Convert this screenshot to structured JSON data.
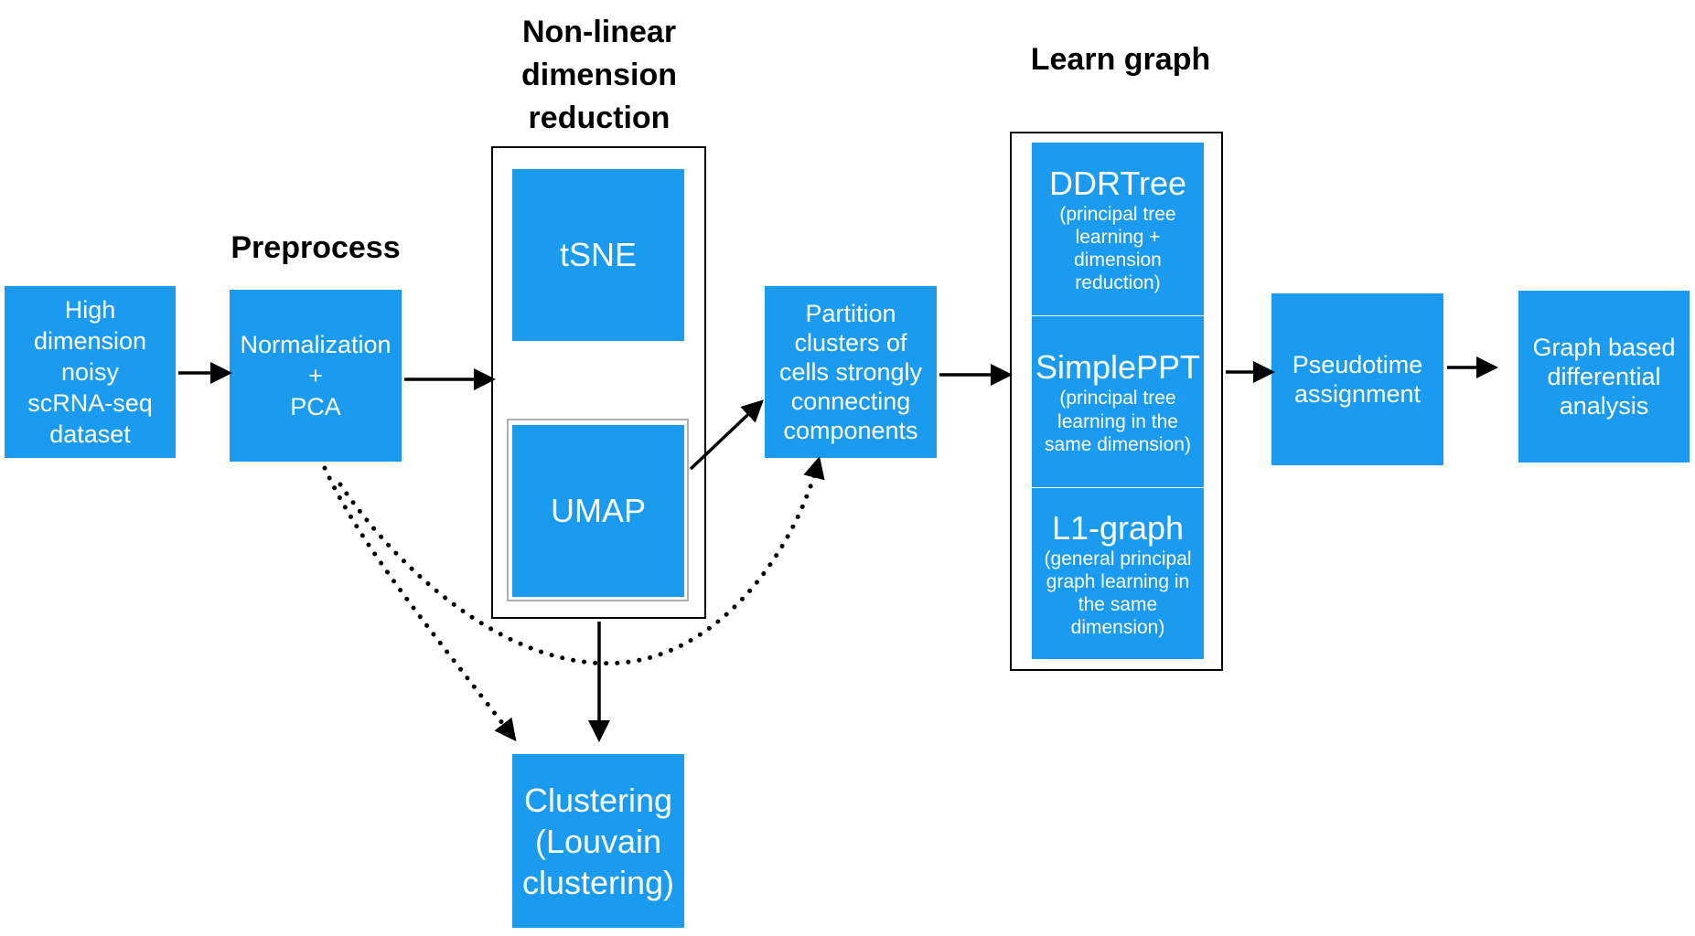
{
  "headings": {
    "nonlinear": [
      "Non-linear",
      "dimension",
      "reduction"
    ],
    "learn_graph": "Learn graph",
    "preprocess": "Preprocess"
  },
  "nodes": {
    "input": [
      "High",
      "dimension",
      "noisy",
      "scRNA-seq",
      "dataset"
    ],
    "normalization": [
      "Normalization",
      "+",
      "PCA"
    ],
    "tsne": "tSNE",
    "umap": "UMAP",
    "partition": [
      "Partition",
      "clusters of",
      "cells strongly",
      "connecting",
      "components"
    ],
    "ddrtree": {
      "title": "DDRTree",
      "desc": [
        "(principal tree",
        "learning +",
        "dimension",
        "reduction)"
      ]
    },
    "simpleppt": {
      "title": "SimplePPT",
      "desc": [
        "(principal tree",
        "learning in the",
        "same dimension)"
      ]
    },
    "l1graph": {
      "title": "L1-graph",
      "desc": [
        "(general principal",
        "graph learning in",
        "the same",
        "dimension)"
      ]
    },
    "pseudotime": [
      "Pseudotime",
      "assignment"
    ],
    "graph_diff": [
      "Graph based",
      "differential",
      "analysis"
    ],
    "clustering": [
      "Clustering",
      "(Louvain",
      "clustering)"
    ]
  },
  "colors": {
    "box_fill": "#1a9bf0",
    "box_text": "#ffffff",
    "arrow": "#000000"
  }
}
